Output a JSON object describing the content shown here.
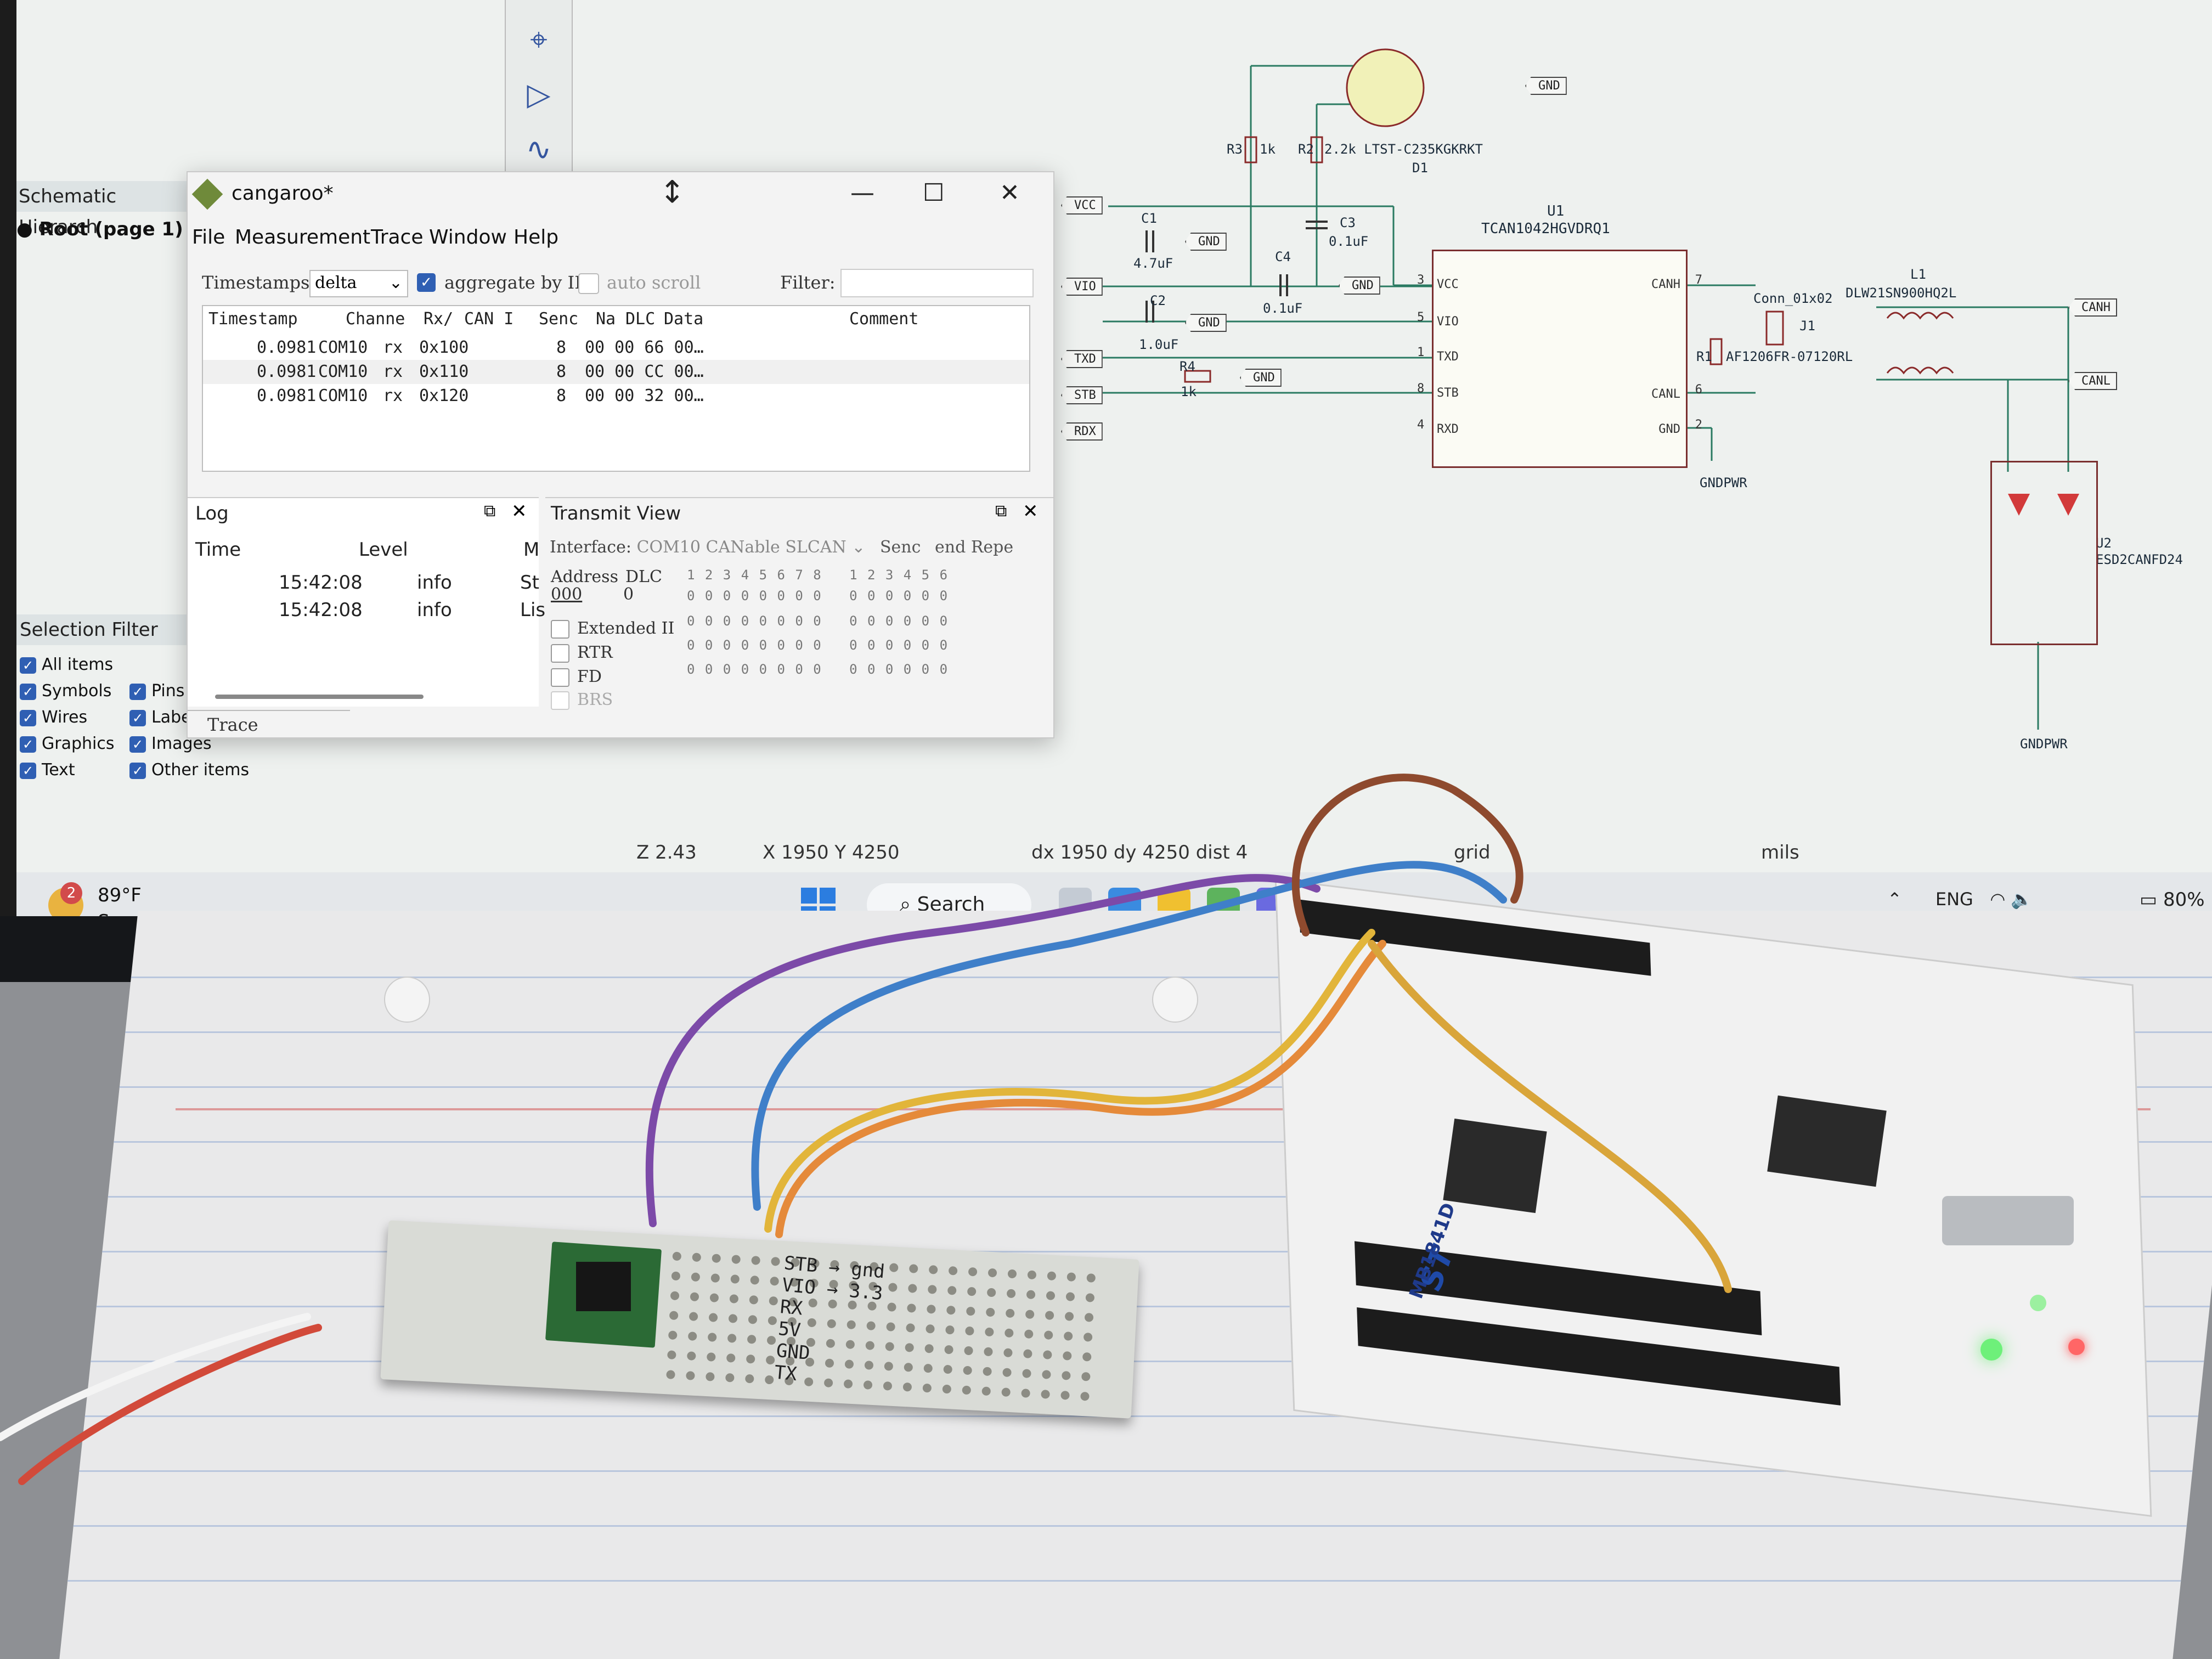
{
  "kicad": {
    "hierarchy_title": "Schematic Hierarch",
    "root_item": "Root (page 1)",
    "selection_filter_title": "Selection Filter",
    "filters": [
      {
        "label": "All items",
        "checked": true
      },
      {
        "label": "Symbols",
        "checked": true
      },
      {
        "label": "Pins",
        "checked": true
      },
      {
        "label": "Wires",
        "checked": true
      },
      {
        "label": "Labe",
        "checked": true
      },
      {
        "label": "Graphics",
        "checked": true
      },
      {
        "label": "Images",
        "checked": true
      },
      {
        "label": "Text",
        "checked": true
      },
      {
        "label": "Other items",
        "checked": true
      }
    ],
    "status": {
      "zoom": "Z 2.43",
      "xy": "X 1950  Y 4250",
      "delta": "dx 1950  dy 4250  dist 4",
      "grid": "grid",
      "units": "mils"
    }
  },
  "schematic": {
    "u1_ref": "U1",
    "u1_value": "TCAN1042HGVDRQ1",
    "u1_pins_left": [
      {
        "name": "VCC",
        "num": "3"
      },
      {
        "name": "VIO",
        "num": "5"
      },
      {
        "name": "TXD",
        "num": "1"
      },
      {
        "name": "STB",
        "num": "8"
      },
      {
        "name": "RXD",
        "num": "4"
      }
    ],
    "u1_pins_right": [
      {
        "name": "CANH",
        "num": "7"
      },
      {
        "name": "CANL",
        "num": "6"
      },
      {
        "name": "GND",
        "num": "2"
      }
    ],
    "labels_left": [
      "VCC",
      "VIO",
      "TXD",
      "STB",
      "RDX"
    ],
    "labels_right": [
      "CANH",
      "CANL"
    ],
    "gnd": "GND",
    "gndpwr": "GNDPWR",
    "c1": {
      "ref": "C1",
      "value": "4.7uF"
    },
    "c2": {
      "ref": "C2",
      "value": "1.0uF"
    },
    "c3": {
      "ref": "C3",
      "value": "0.1uF"
    },
    "c4": {
      "ref": "C4",
      "value": "0.1uF"
    },
    "r1": {
      "ref": "R1",
      "value": "AF1206FR-07120RL"
    },
    "r2": {
      "ref": "R2",
      "value": "2.2k LTST-C235KGKRKT"
    },
    "r3": {
      "ref": "R3",
      "value": "1k"
    },
    "r4": {
      "ref": "R4",
      "value": "1k"
    },
    "d1": "D1",
    "j1": {
      "ref": "J1",
      "value": "Conn_01x02"
    },
    "l1": {
      "ref": "L1",
      "value": "DLW21SN900HQ2L"
    },
    "u2": {
      "ref": "U2",
      "value": "ESD2CANFD24"
    }
  },
  "cangaroo": {
    "title": "cangaroo*",
    "menu": [
      "File",
      "Measurement",
      "Trace",
      "Window",
      "Help"
    ],
    "timestamps_label": "Timestamps:",
    "timestamps_value": "delta",
    "aggregate_label": "aggregate by ID",
    "aggregate_checked": true,
    "autoscroll_label": "auto scroll",
    "autoscroll_checked": false,
    "filter_label": "Filter:",
    "columns": [
      "Timestamp",
      "Channe",
      "Rx/",
      "CAN I",
      "Senc",
      "Na",
      "DLC",
      "Data",
      "Comment"
    ],
    "rows": [
      {
        "timestamp": "0.0981",
        "channel": "COM10",
        "dir": "rx",
        "id": "0x100",
        "dlc": "8",
        "data": "00 00 66 00…"
      },
      {
        "timestamp": "0.0981",
        "channel": "COM10",
        "dir": "rx",
        "id": "0x110",
        "dlc": "8",
        "data": "00 00 CC 00…"
      },
      {
        "timestamp": "0.0981",
        "channel": "COM10",
        "dir": "rx",
        "id": "0x120",
        "dlc": "8",
        "data": "00 00 32 00…"
      }
    ],
    "log": {
      "title": "Log",
      "columns": [
        "Time",
        "Level",
        "M"
      ],
      "rows": [
        {
          "time": "15:42:08",
          "level": "info",
          "msg": "St"
        },
        {
          "time": "15:42:08",
          "level": "info",
          "msg": "Lis"
        }
      ]
    },
    "trace_tab": "Trace",
    "transmit": {
      "title": "Transmit View",
      "interface_label": "Interface:",
      "interface_value": "COM10 CANable SLCAN",
      "send_label": "Senc",
      "end_label": "end Repe",
      "address_label": "Address",
      "address_value": "000",
      "dlc_label": "DLC",
      "dlc_value": "0",
      "extended_label": "Extended II",
      "rtr_label": "RTR",
      "fd_label": "FD",
      "brs_label": "BRS"
    }
  },
  "taskbar": {
    "weather_badge": "2",
    "temperature": "89°F",
    "condition": "Sunny",
    "search_label": "Search",
    "lang": "ENG",
    "battery": "80%"
  },
  "board": {
    "notes": [
      "STB → gnd",
      "VIO → 3.3",
      "RX",
      "5V",
      "GND",
      "TX"
    ],
    "nucleo_label": "MB1841D"
  }
}
